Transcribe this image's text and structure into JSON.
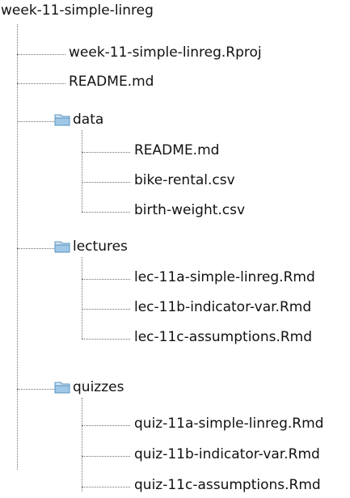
{
  "root": {
    "label": "week-11-simple-linreg"
  },
  "items": [
    {
      "label": "week-11-simple-linreg.Rproj",
      "type": "file",
      "icon": ""
    },
    {
      "label": "README.md",
      "type": "file",
      "icon": ""
    },
    {
      "label": "data",
      "type": "folder",
      "icon": "folder-icon",
      "children": [
        {
          "label": "README.md",
          "type": "file"
        },
        {
          "label": "bike-rental.csv",
          "type": "file"
        },
        {
          "label": "birth-weight.csv",
          "type": "file"
        }
      ]
    },
    {
      "label": "lectures",
      "type": "folder",
      "icon": "folder-icon",
      "children": [
        {
          "label": "lec-11a-simple-linreg.Rmd",
          "type": "file"
        },
        {
          "label": "lec-11b-indicator-var.Rmd",
          "type": "file"
        },
        {
          "label": "lec-11c-assumptions.Rmd",
          "type": "file"
        }
      ]
    },
    {
      "label": "quizzes",
      "type": "folder",
      "icon": "folder-icon",
      "children": [
        {
          "label": "quiz-11a-simple-linreg.Rmd",
          "type": "file"
        },
        {
          "label": "quiz-11b-indicator-var.Rmd",
          "type": "file"
        },
        {
          "label": "quiz-11c-assumptions.Rmd",
          "type": "file"
        }
      ]
    }
  ],
  "colors": {
    "line": "#6f6f6f",
    "folder_top": "#cfe3f3",
    "folder_body": "#9ec7e8",
    "folder_edge": "#5b93bd"
  }
}
